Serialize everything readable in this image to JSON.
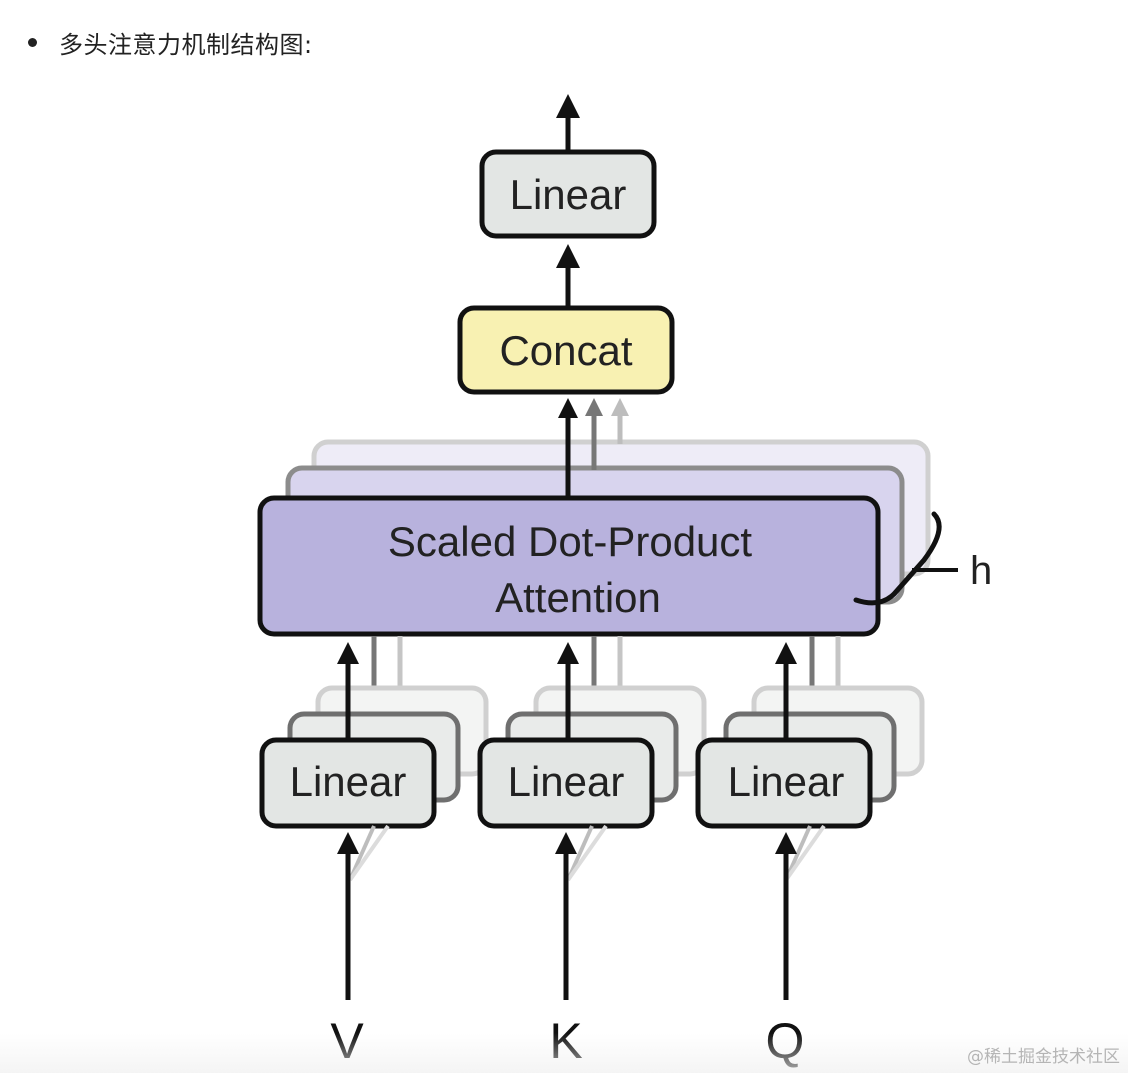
{
  "bullet": {
    "text": "多头注意力机制结构图:"
  },
  "diagram": {
    "top_linear": "Linear",
    "concat": "Concat",
    "attention_line1": "Scaled Dot-Product",
    "attention_line2": "Attention",
    "heads_label": "h",
    "input_linears": [
      "Linear",
      "Linear",
      "Linear"
    ],
    "inputs": [
      "V",
      "K",
      "Q"
    ],
    "colors": {
      "linear_fill": "#e3e6e4",
      "concat_fill": "#f8f1b2",
      "attention_fill": "#b8b2dd",
      "stroke": "#111111"
    }
  },
  "watermark": "@稀土掘金技术社区"
}
